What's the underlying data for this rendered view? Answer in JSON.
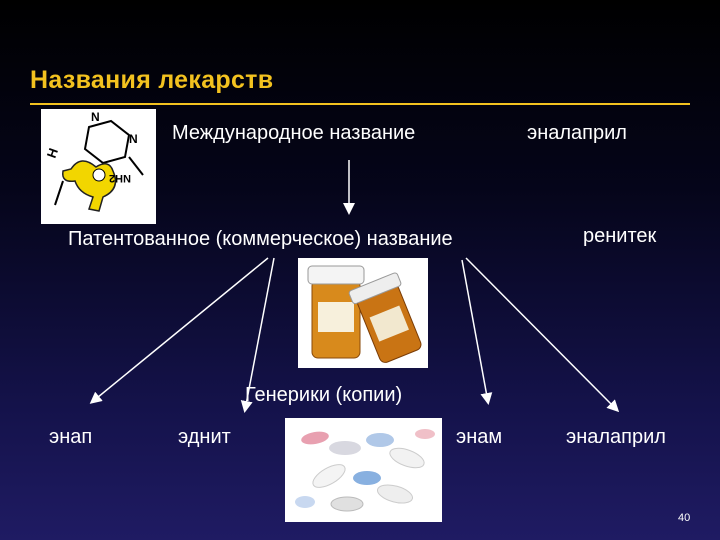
{
  "slide": {
    "title": "Названия лекарств",
    "international_label": "Международное название",
    "international_value": "эналаприл",
    "patent_label": "Патентованное (коммерческое) название",
    "patent_value": "ренитек",
    "generics_label": "Генерики (копии)",
    "generics": [
      "энап",
      "эднит",
      "энам",
      "эналаприл"
    ],
    "page_number": "40"
  },
  "colors": {
    "title": "#f3c21f",
    "text": "#ffffff",
    "arrow": "#ffffff"
  },
  "icons": [
    "molecule-figure-image",
    "pill-bottles-image",
    "pills-image"
  ]
}
